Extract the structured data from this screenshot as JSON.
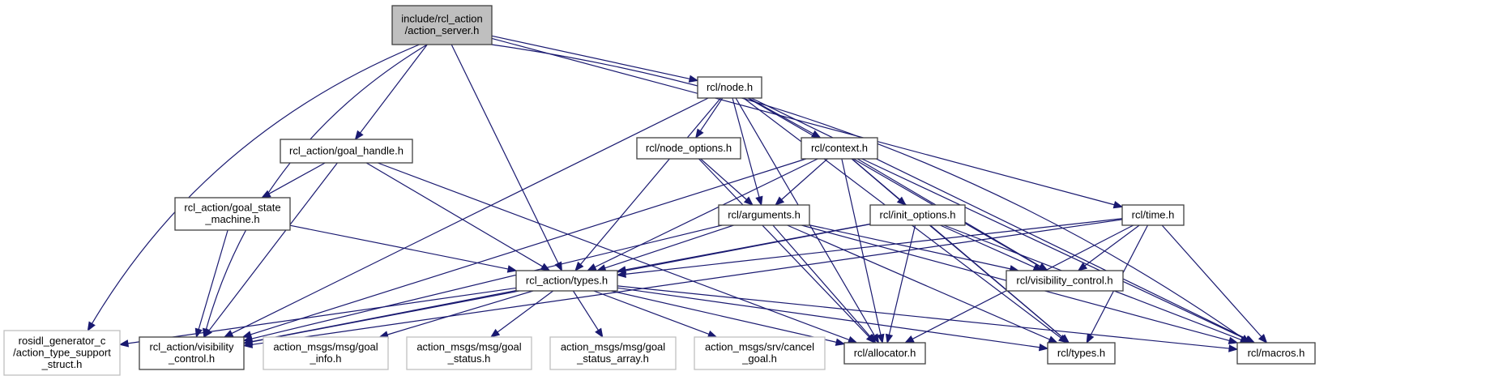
{
  "title": "Include dependency graph for action_server.h",
  "colors": {
    "edge": "#191970",
    "root_fill": "#bfbfbf",
    "node_border": "#404040",
    "external_border": "#bfbfbf"
  },
  "nodes": [
    {
      "id": "root",
      "lines": [
        "include/rcl_action",
        "/action_server.h"
      ],
      "kind": "root"
    },
    {
      "id": "goal_handle",
      "lines": [
        "rcl_action/goal_handle.h"
      ],
      "kind": "internal"
    },
    {
      "id": "goal_state_machine",
      "lines": [
        "rcl_action/goal_state",
        "_machine.h"
      ],
      "kind": "internal"
    },
    {
      "id": "action_types",
      "lines": [
        "rcl_action/types.h"
      ],
      "kind": "internal"
    },
    {
      "id": "action_visibility",
      "lines": [
        "rcl_action/visibility",
        "_control.h"
      ],
      "kind": "internal"
    },
    {
      "id": "rosidl",
      "lines": [
        "rosidl_generator_c",
        "/action_type_support",
        "_struct.h"
      ],
      "kind": "external"
    },
    {
      "id": "goal_info",
      "lines": [
        "action_msgs/msg/goal",
        "_info.h"
      ],
      "kind": "external"
    },
    {
      "id": "goal_status",
      "lines": [
        "action_msgs/msg/goal",
        "_status.h"
      ],
      "kind": "external"
    },
    {
      "id": "goal_status_array",
      "lines": [
        "action_msgs/msg/goal",
        "_status_array.h"
      ],
      "kind": "external"
    },
    {
      "id": "cancel_goal",
      "lines": [
        "action_msgs/srv/cancel",
        "_goal.h"
      ],
      "kind": "external"
    },
    {
      "id": "node",
      "lines": [
        "rcl/node.h"
      ],
      "kind": "internal"
    },
    {
      "id": "node_options",
      "lines": [
        "rcl/node_options.h"
      ],
      "kind": "internal"
    },
    {
      "id": "context",
      "lines": [
        "rcl/context.h"
      ],
      "kind": "internal"
    },
    {
      "id": "arguments",
      "lines": [
        "rcl/arguments.h"
      ],
      "kind": "internal"
    },
    {
      "id": "init_options",
      "lines": [
        "rcl/init_options.h"
      ],
      "kind": "internal"
    },
    {
      "id": "time",
      "lines": [
        "rcl/time.h"
      ],
      "kind": "internal"
    },
    {
      "id": "rcl_visibility",
      "lines": [
        "rcl/visibility_control.h"
      ],
      "kind": "internal"
    },
    {
      "id": "allocator",
      "lines": [
        "rcl/allocator.h"
      ],
      "kind": "internal"
    },
    {
      "id": "rcl_types",
      "lines": [
        "rcl/types.h"
      ],
      "kind": "internal"
    },
    {
      "id": "macros",
      "lines": [
        "rcl/macros.h"
      ],
      "kind": "internal"
    }
  ],
  "edges": [
    [
      "root",
      "goal_handle"
    ],
    [
      "root",
      "action_types"
    ],
    [
      "root",
      "action_visibility"
    ],
    [
      "root",
      "rosidl"
    ],
    [
      "root",
      "node"
    ],
    [
      "root",
      "time"
    ],
    [
      "root",
      "macros"
    ],
    [
      "goal_handle",
      "goal_state_machine"
    ],
    [
      "goal_handle",
      "action_types"
    ],
    [
      "goal_handle",
      "action_visibility"
    ],
    [
      "goal_handle",
      "allocator"
    ],
    [
      "goal_state_machine",
      "action_types"
    ],
    [
      "goal_state_machine",
      "action_visibility"
    ],
    [
      "action_types",
      "action_visibility"
    ],
    [
      "action_types",
      "rosidl"
    ],
    [
      "action_types",
      "goal_info"
    ],
    [
      "action_types",
      "goal_status"
    ],
    [
      "action_types",
      "goal_status_array"
    ],
    [
      "action_types",
      "cancel_goal"
    ],
    [
      "action_types",
      "allocator"
    ],
    [
      "action_types",
      "rcl_types"
    ],
    [
      "action_types",
      "macros"
    ],
    [
      "node",
      "node_options"
    ],
    [
      "node",
      "context"
    ],
    [
      "node",
      "arguments"
    ],
    [
      "node",
      "action_types"
    ],
    [
      "node",
      "action_visibility"
    ],
    [
      "node",
      "allocator"
    ],
    [
      "node",
      "rcl_visibility"
    ],
    [
      "node",
      "rcl_types"
    ],
    [
      "node",
      "macros"
    ],
    [
      "node_options",
      "arguments"
    ],
    [
      "node_options",
      "allocator"
    ],
    [
      "context",
      "arguments"
    ],
    [
      "context",
      "init_options"
    ],
    [
      "context",
      "action_types"
    ],
    [
      "context",
      "action_visibility"
    ],
    [
      "context",
      "allocator"
    ],
    [
      "context",
      "rcl_visibility"
    ],
    [
      "context",
      "rcl_types"
    ],
    [
      "context",
      "macros"
    ],
    [
      "arguments",
      "action_types"
    ],
    [
      "arguments",
      "action_visibility"
    ],
    [
      "arguments",
      "allocator"
    ],
    [
      "arguments",
      "rcl_visibility"
    ],
    [
      "arguments",
      "rcl_types"
    ],
    [
      "arguments",
      "macros"
    ],
    [
      "init_options",
      "action_types"
    ],
    [
      "init_options",
      "action_visibility"
    ],
    [
      "init_options",
      "allocator"
    ],
    [
      "init_options",
      "rcl_visibility"
    ],
    [
      "init_options",
      "rcl_types"
    ],
    [
      "init_options",
      "macros"
    ],
    [
      "time",
      "action_types"
    ],
    [
      "time",
      "action_visibility"
    ],
    [
      "time",
      "allocator"
    ],
    [
      "time",
      "rcl_visibility"
    ],
    [
      "time",
      "rcl_types"
    ],
    [
      "time",
      "macros"
    ]
  ]
}
